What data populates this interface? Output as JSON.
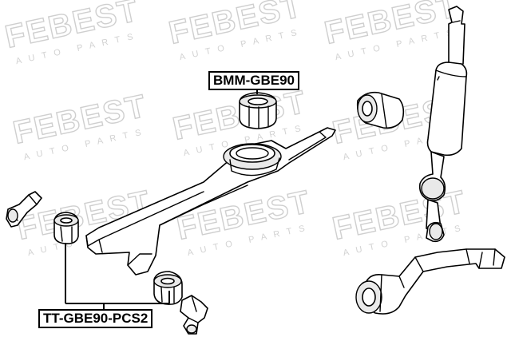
{
  "watermark": {
    "brand": "FEBEST",
    "subtitle": "AUTO PARTS"
  },
  "labels": {
    "top_part": "BMM-GBE90",
    "bottom_part": "TT-GBE90-PCS2"
  },
  "colors": {
    "ink": "#000000",
    "watermark": "#cfcfcf",
    "background": "#ffffff"
  }
}
